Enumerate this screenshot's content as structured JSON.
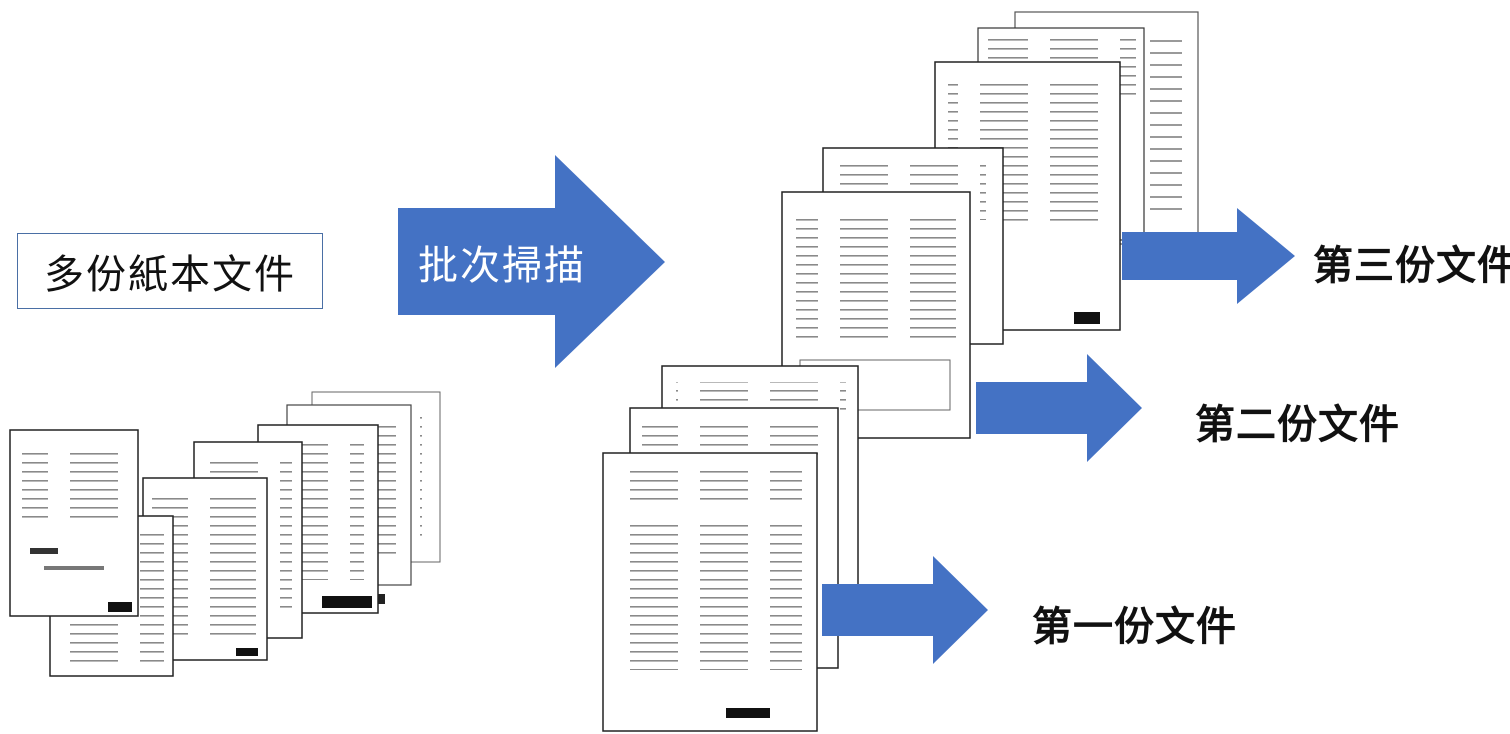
{
  "input_label": "多份紙本文件",
  "process_label": "批次掃描",
  "outputs": [
    {
      "label": "第三份文件"
    },
    {
      "label": "第二份文件"
    },
    {
      "label": "第一份文件"
    }
  ],
  "colors": {
    "arrow_fill": "#4472c4",
    "box_border": "#4a6fa5",
    "text": "#111111"
  }
}
